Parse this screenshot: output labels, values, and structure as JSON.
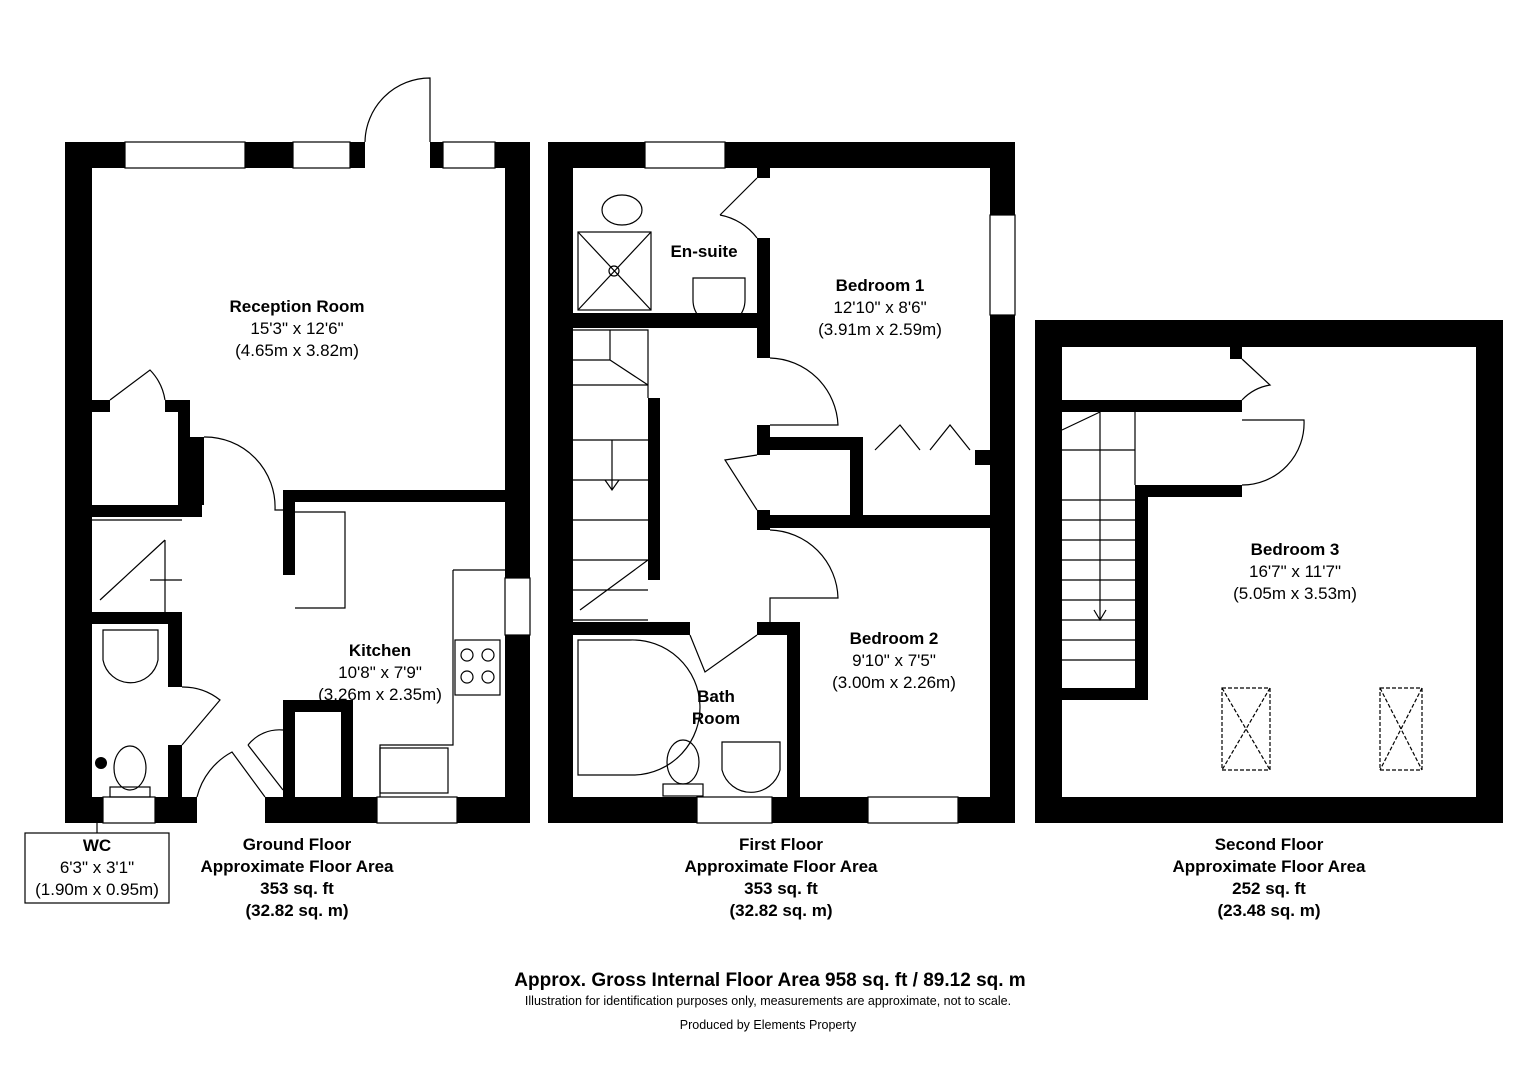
{
  "rooms": {
    "reception": {
      "name": "Reception Room",
      "imperial": "15'3\" x 12'6\"",
      "metric": "(4.65m x 3.82m)"
    },
    "kitchen": {
      "name": "Kitchen",
      "imperial": "10'8\" x 7'9\"",
      "metric": "(3.26m x 2.35m)"
    },
    "wc": {
      "name": "WC",
      "imperial": "6'3\" x 3'1\"",
      "metric": "(1.90m x 0.95m)"
    },
    "ensuite": {
      "name": "En-suite"
    },
    "bedroom1": {
      "name": "Bedroom 1",
      "imperial": "12'10\" x 8'6\"",
      "metric": "(3.91m x 2.59m)"
    },
    "bedroom2": {
      "name": "Bedroom 2",
      "imperial": "9'10\" x 7'5\"",
      "metric": "(3.00m x 2.26m)"
    },
    "bathroom": {
      "line1": "Bath",
      "line2": "Room"
    },
    "bedroom3": {
      "name": "Bedroom 3",
      "imperial": "16'7\" x 11'7\"",
      "metric": "(5.05m x 3.53m)"
    }
  },
  "floors": [
    {
      "name": "Ground Floor",
      "label": "Approximate Floor Area",
      "sqft": "353 sq. ft",
      "sqm": "(32.82 sq. m)"
    },
    {
      "name": "First Floor",
      "label": "Approximate Floor Area",
      "sqft": "353 sq. ft",
      "sqm": "(32.82 sq. m)"
    },
    {
      "name": "Second Floor",
      "label": "Approximate Floor Area",
      "sqft": "252 sq. ft",
      "sqm": "(23.48 sq. m)"
    }
  ],
  "footer": {
    "total": "Approx. Gross Internal Floor Area 958 sq. ft / 89.12 sq. m",
    "disclaimer": "Illustration for identification purposes only, measurements are approximate, not to scale.",
    "producer": "Produced by Elements Property"
  }
}
